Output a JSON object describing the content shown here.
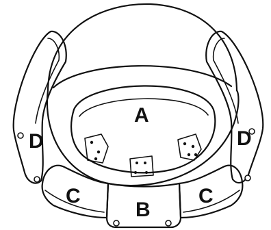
{
  "labels": {
    "center": "A",
    "bottom": "B",
    "left_lower": "C",
    "right_lower": "C",
    "left_side": "D",
    "right_side": "D"
  }
}
